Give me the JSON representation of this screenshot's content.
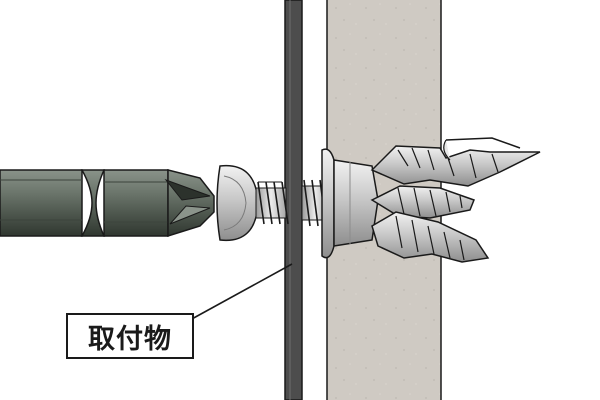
{
  "callout": {
    "label": "取付物"
  },
  "parts": {
    "drill_bit": "driver-bit",
    "screw": "pan-head-screw",
    "mounted_object": "mounting-plate",
    "wall": "gypsum-board",
    "anchor": "spread-anchor"
  },
  "colors": {
    "background": "#ffffff",
    "wall_fill": "#cfcac3",
    "plate_fill": "#4d4d4d",
    "bit_fill": "#5e675e",
    "metal": "#c9c9c9",
    "outline": "#1a1a1a"
  }
}
